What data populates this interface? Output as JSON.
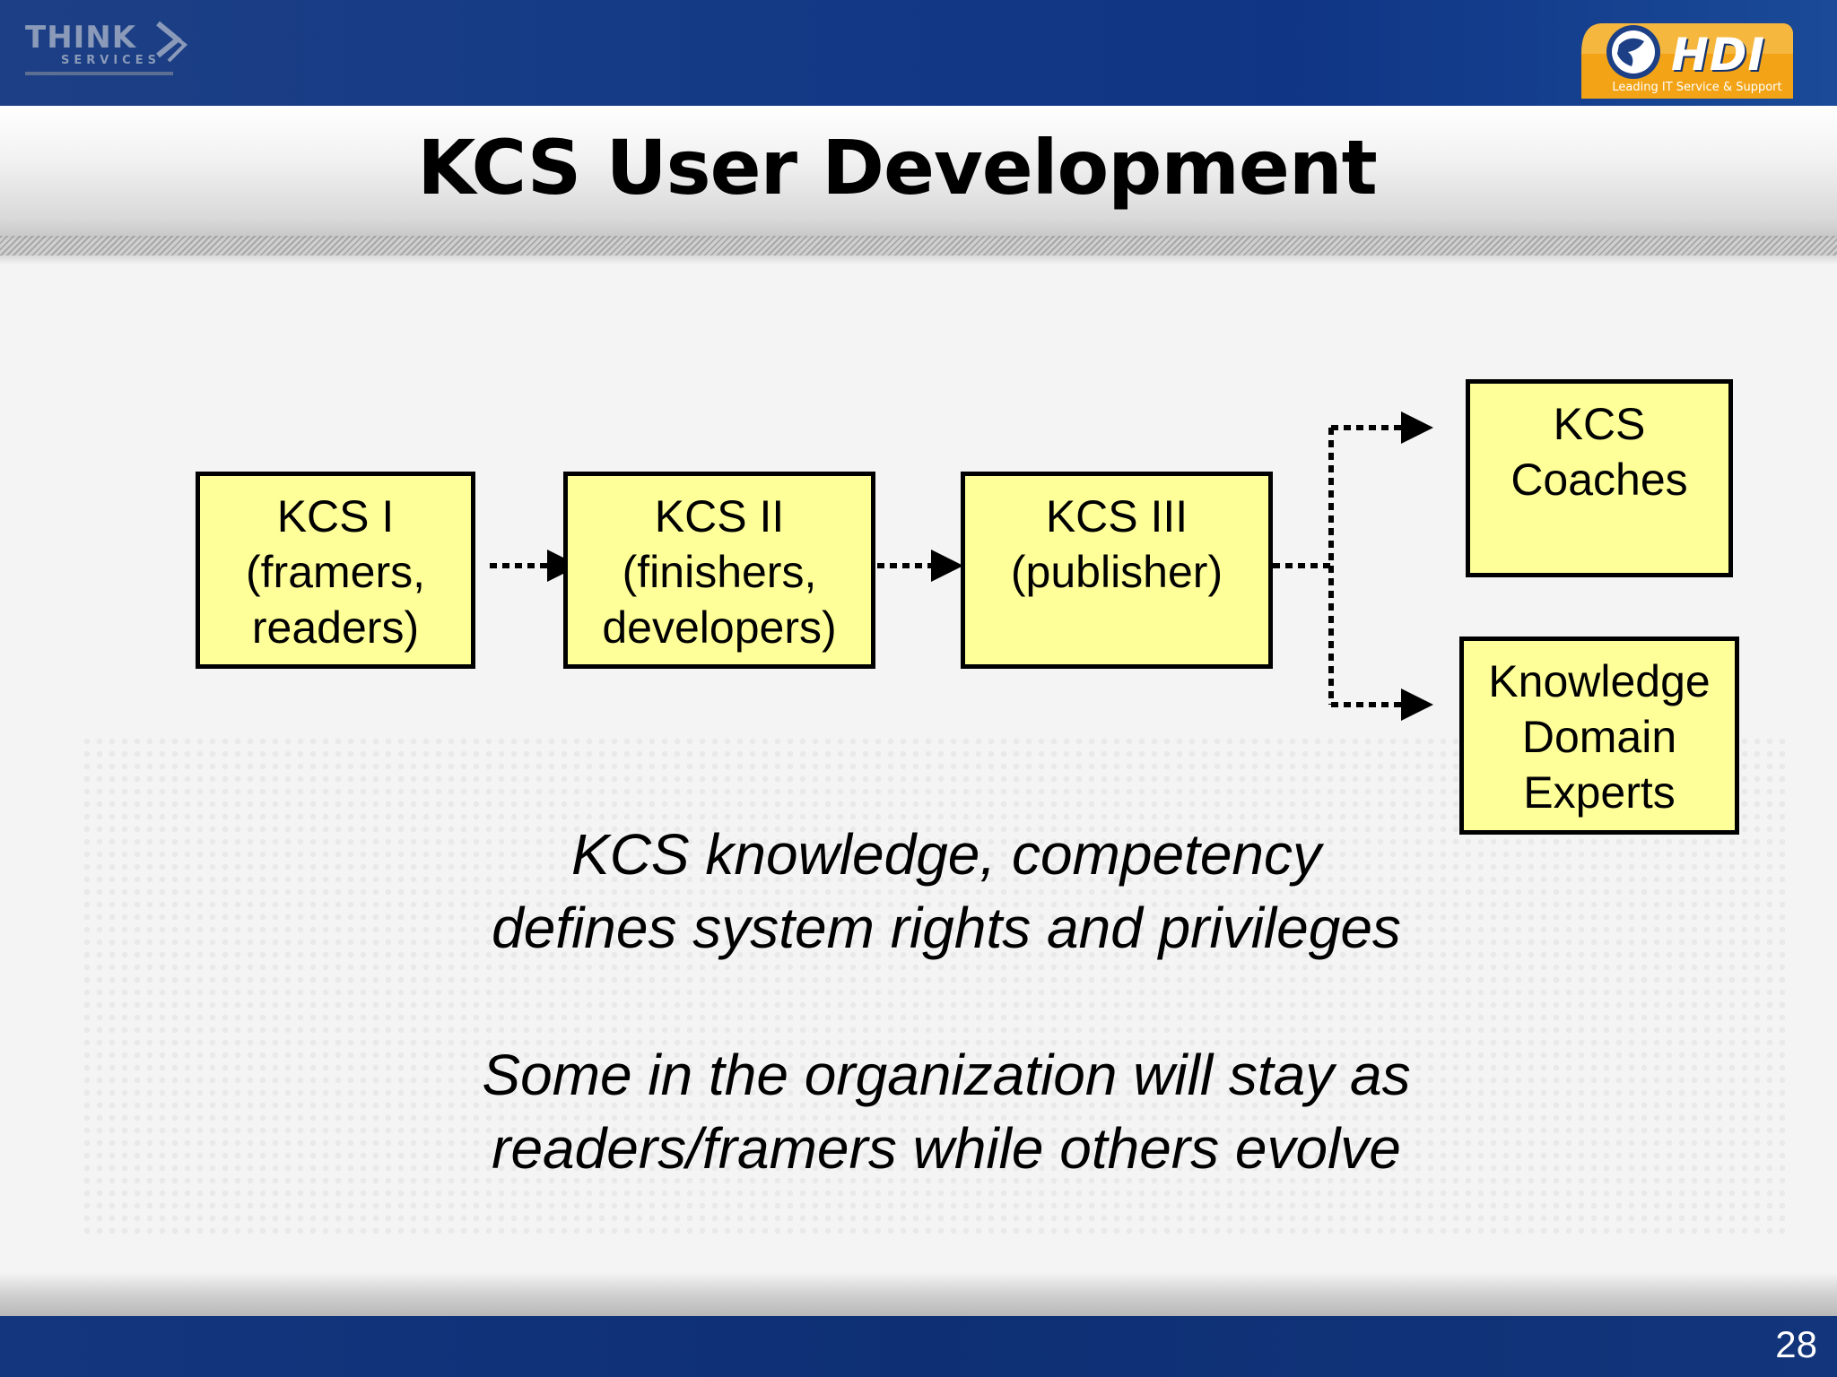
{
  "header": {
    "left_logo": {
      "name": "THINK",
      "sub": "SERVICES"
    },
    "right_logo": {
      "name": "HDI",
      "tagline": "Leading IT Service & Support"
    }
  },
  "title": "KCS User Development",
  "boxes": [
    {
      "lines": [
        "KCS I",
        "(framers,",
        "readers)"
      ]
    },
    {
      "lines": [
        "KCS II",
        "(finishers,",
        "developers)"
      ]
    },
    {
      "lines": [
        "KCS III",
        "(publisher)"
      ]
    },
    {
      "lines": [
        "KCS",
        "Coaches"
      ]
    },
    {
      "lines": [
        "Knowledge",
        "Domain",
        "Experts"
      ]
    }
  ],
  "captions": [
    {
      "lines": [
        "KCS knowledge, competency",
        "defines system rights and privileges"
      ]
    },
    {
      "lines": [
        "Some in the organization will stay as",
        "readers/framers while others evolve"
      ]
    }
  ],
  "footer": {
    "page_number": "28"
  },
  "colors": {
    "box_fill": "#ffff99",
    "band_blue": "#143a86",
    "logo_orange": "#f3a416"
  }
}
